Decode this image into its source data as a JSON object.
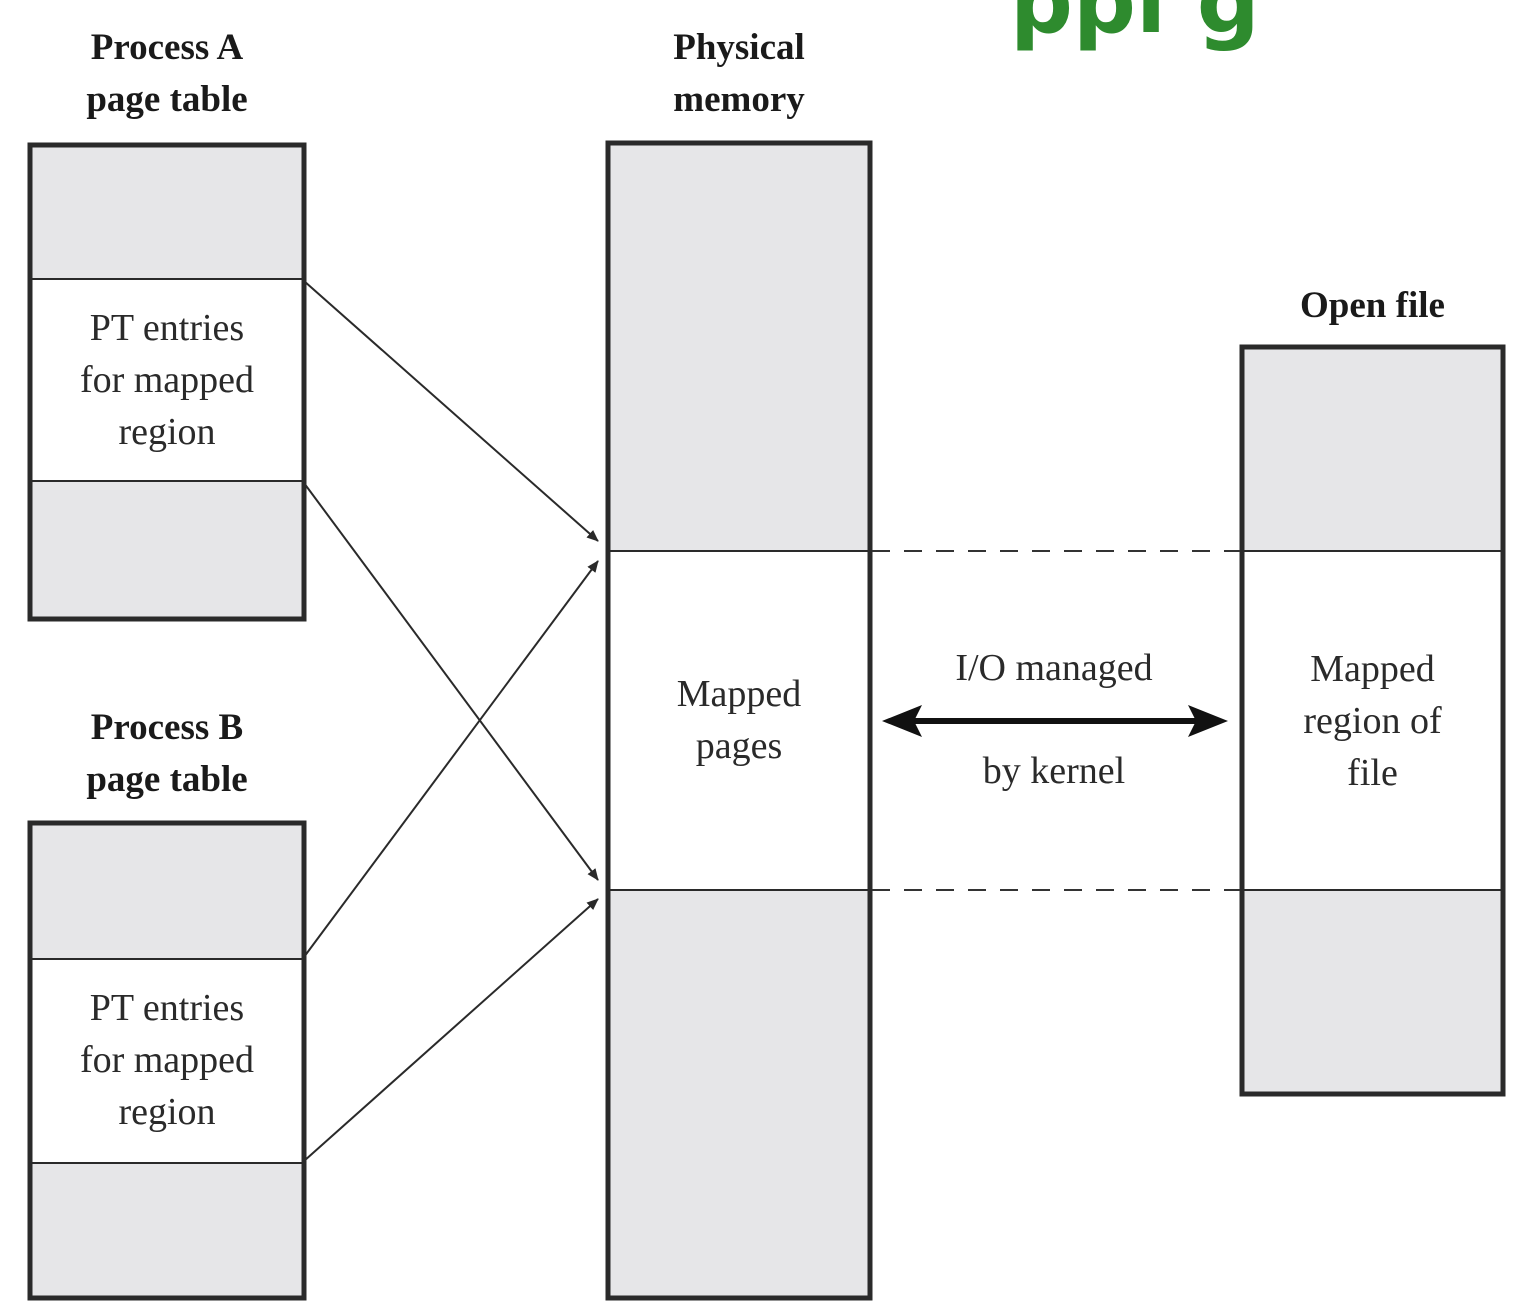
{
  "slide_title_fragment": "ppi g",
  "process_a": {
    "heading_line1": "Process A",
    "heading_line2": "page table",
    "mapped_label_line1": "PT entries",
    "mapped_label_line2": "for mapped",
    "mapped_label_line3": "region"
  },
  "process_b": {
    "heading_line1": "Process B",
    "heading_line2": "page table",
    "mapped_label_line1": "PT entries",
    "mapped_label_line2": "for mapped",
    "mapped_label_line3": "region"
  },
  "physical_memory": {
    "heading_line1": "Physical",
    "heading_line2": "memory",
    "mapped_label_line1": "Mapped",
    "mapped_label_line2": "pages"
  },
  "open_file": {
    "heading": "Open file",
    "mapped_label_line1": "Mapped",
    "mapped_label_line2": "region of",
    "mapped_label_line3": "file"
  },
  "io_arrow": {
    "label_line1": "I/O managed",
    "label_line2": "by kernel"
  },
  "colors": {
    "box_fill": "#e6e6e8",
    "box_border": "#2a2a2a",
    "title_green": "#2e8b2e"
  }
}
